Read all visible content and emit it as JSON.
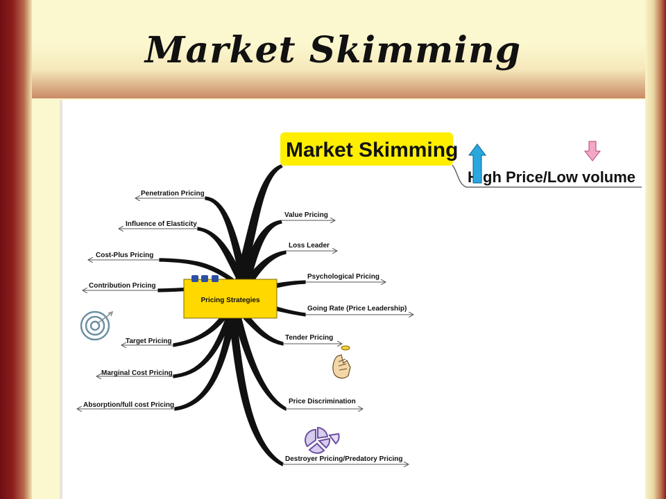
{
  "slide": {
    "title": "Market Skimming"
  },
  "diagram": {
    "center": "Pricing Strategies",
    "highlight": "Market Skimming",
    "highlight_note": "High Price/Low volume",
    "left_branches": [
      "Penetration Pricing",
      "Influence of Elasticity",
      "Cost-Plus Pricing",
      "Contribution Pricing",
      "Target Pricing",
      "Marginal Cost Pricing",
      "Absorption/full cost Pricing"
    ],
    "right_branches": [
      "Value Pricing",
      "Loss Leader",
      "Psychological Pricing",
      "Going Rate (Price Leadership)",
      "Tender Pricing",
      "Price Discrimination",
      "Destroyer Pricing/Predatory Pricing"
    ]
  },
  "colors": {
    "center_fill": "#ffd800",
    "highlight_fill": "#ffee00",
    "up_arrow": "#29a8e0",
    "down_arrow": "#f4a6c6",
    "frame": "#8e1d1d"
  },
  "icons": [
    "target-icon",
    "hand-coin-icon",
    "pie-chart-icon",
    "up-arrow-icon",
    "down-arrow-icon",
    "menu-dots-icon"
  ]
}
